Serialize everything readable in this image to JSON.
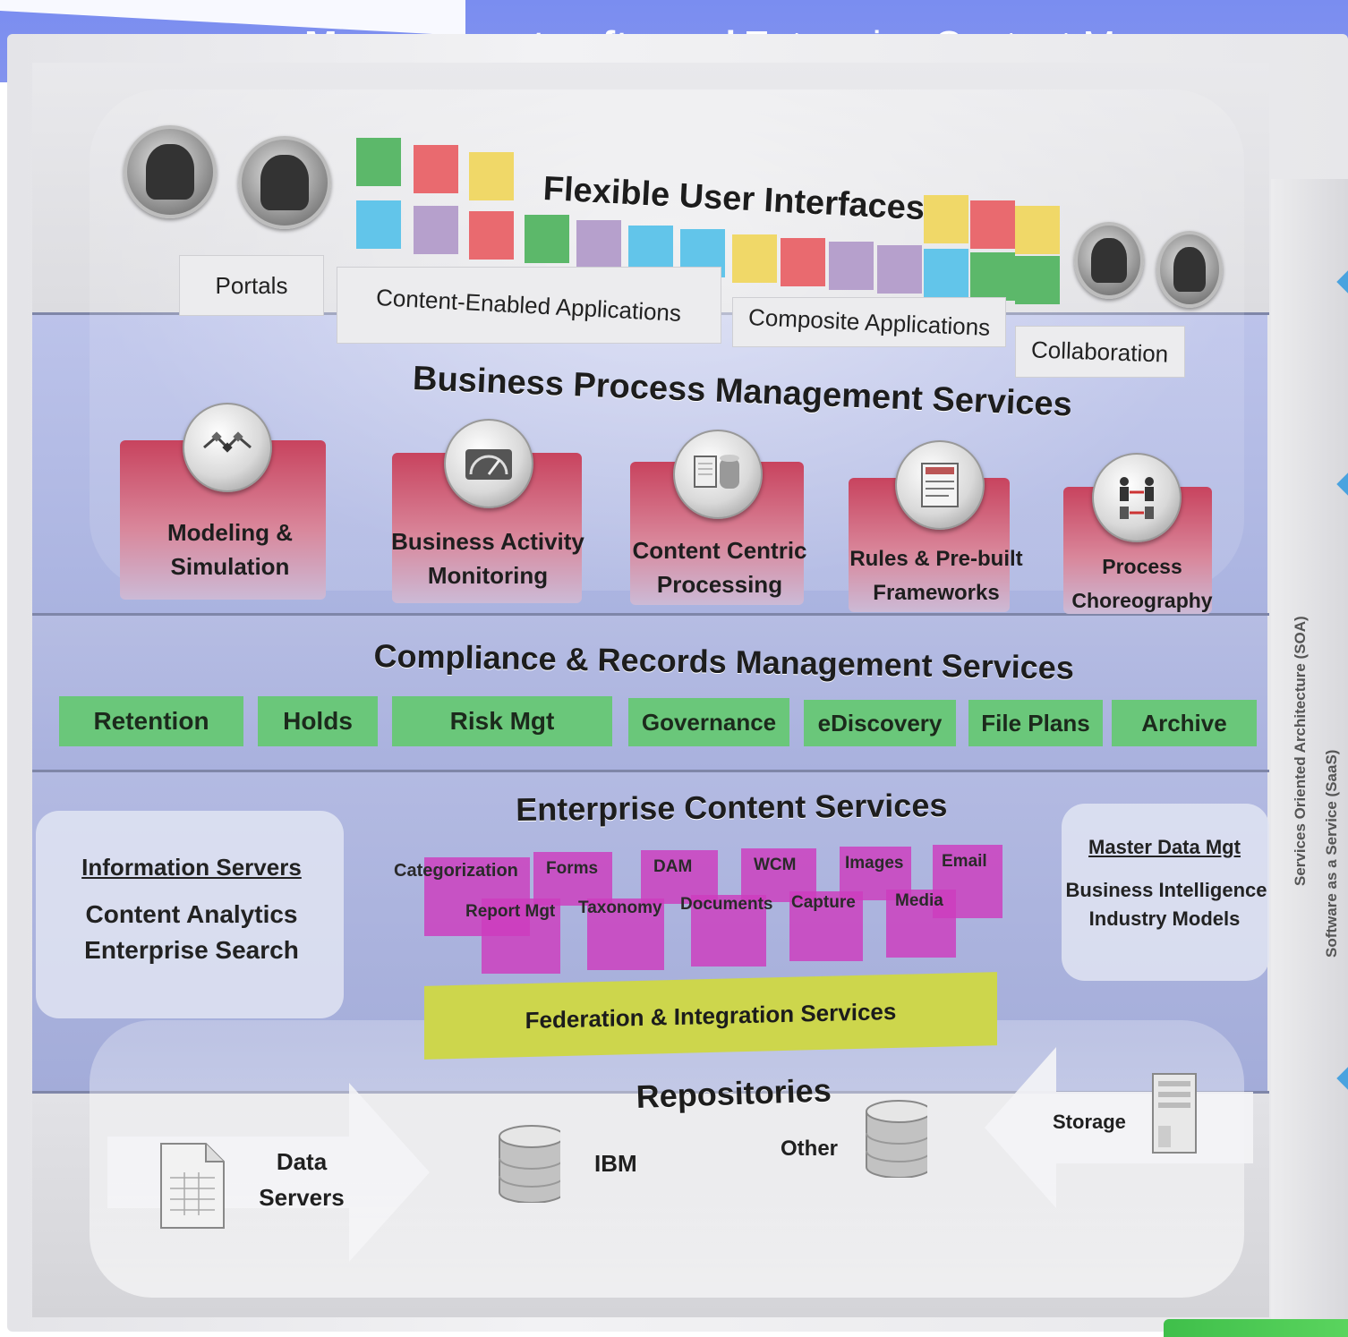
{
  "header": {
    "bold_text": "Management software",
    "separator": "|",
    "normal_text": "Enterprise Content Manageme",
    "background_color": "#7a8df0"
  },
  "side_labels": {
    "soa": "Services Oriented Architecture (SOA)",
    "saas": "Software as a Service (SaaS)"
  },
  "ui_layer": {
    "title": "Flexible User Interfaces",
    "boxes": [
      "Portals",
      "Content-Enabled Applications",
      "Composite Applications",
      "Collaboration"
    ]
  },
  "bpm_layer": {
    "title": "Business Process Management Services",
    "items": [
      {
        "line1": "Modeling &",
        "line2": "Simulation",
        "icon": "workflow-icon"
      },
      {
        "line1": "Business Activity",
        "line2": "Monitoring",
        "icon": "dashboard-icon"
      },
      {
        "line1": "Content Centric",
        "line2": "Processing",
        "icon": "database-documents-icon"
      },
      {
        "line1": "Rules & Pre-built",
        "line2": "Frameworks",
        "icon": "rules-document-icon"
      },
      {
        "line1": "Process",
        "line2": "Choreography",
        "icon": "people-flow-icon"
      }
    ]
  },
  "crm_layer": {
    "title": "Compliance & Records Management Services",
    "items": [
      "Retention",
      "Holds",
      "Risk Mgt",
      "Governance",
      "eDiscovery",
      "File Plans",
      "Archive"
    ]
  },
  "ecs_layer": {
    "title": "Enterprise Content Services",
    "left_box": {
      "heading": "Information Servers",
      "line1": "Content Analytics",
      "line2": "Enterprise Search"
    },
    "right_box": {
      "heading": "Master Data Mgt",
      "line1": "Business Intelligence",
      "line2": "Industry Models"
    },
    "services_row1": [
      "Categorization",
      "Forms",
      "DAM",
      "WCM",
      "Images",
      "Email"
    ],
    "services_row2": [
      "Report Mgt",
      "Taxonomy",
      "Documents",
      "Capture",
      "Media"
    ],
    "federation": "Federation & Integration Services"
  },
  "repositories": {
    "title": "Repositories",
    "data_servers_line1": "Data",
    "data_servers_line2": "Servers",
    "ibm": "IBM",
    "other": "Other",
    "storage": "Storage"
  },
  "colors": {
    "tile_green": "#5cb86a",
    "tile_red": "#e96a6f",
    "tile_yellow": "#f0d868",
    "tile_cyan": "#62c5ea",
    "tile_purple": "#b6a0cc",
    "crm_green": "#6ac77a",
    "ecs_magenta": "#cd3cbe",
    "federation_yellow": "#cdd64c",
    "bpm_red": "#c8435e"
  }
}
